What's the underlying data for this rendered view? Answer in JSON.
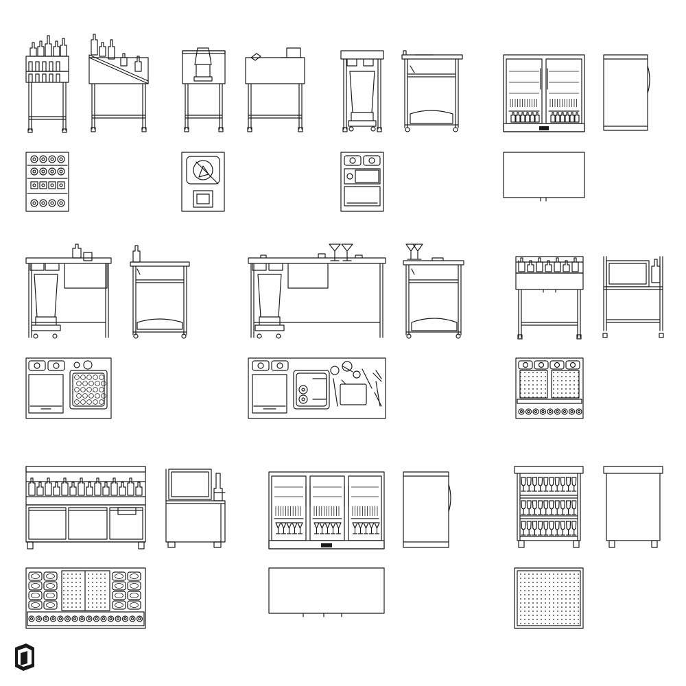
{
  "sheet": {
    "title": "",
    "background_color": "#ffffff",
    "line_color": "#1a1a1a"
  },
  "blocks": [
    {
      "name": "bottle-station",
      "views": [
        "front-elevation",
        "side-elevation",
        "plan"
      ]
    },
    {
      "name": "blender-station",
      "views": [
        "front-elevation",
        "side-elevation",
        "plan"
      ]
    },
    {
      "name": "waste-station",
      "views": [
        "front-elevation",
        "side-elevation",
        "plan"
      ]
    },
    {
      "name": "double-door-back-bar-fridge",
      "views": [
        "front-elevation",
        "side-elevation",
        "plan"
      ]
    },
    {
      "name": "bartender-station-with-ice-well",
      "views": [
        "front-elevation",
        "side-elevation",
        "plan"
      ]
    },
    {
      "name": "bartender-station-with-sink-and-tools",
      "views": [
        "front-elevation",
        "side-elevation",
        "plan"
      ]
    },
    {
      "name": "bottle-rail-station",
      "views": [
        "front-elevation",
        "side-elevation",
        "plan"
      ]
    },
    {
      "name": "refrigerated-prep-counter",
      "views": [
        "front-elevation",
        "side-elevation",
        "plan"
      ]
    },
    {
      "name": "triple-door-back-bar-fridge",
      "views": [
        "front-elevation",
        "side-elevation",
        "plan"
      ]
    },
    {
      "name": "glass-rack-cabinet",
      "views": [
        "front-elevation",
        "side-elevation",
        "plan"
      ]
    }
  ],
  "logo": {
    "icon": "cube-logo-icon"
  }
}
